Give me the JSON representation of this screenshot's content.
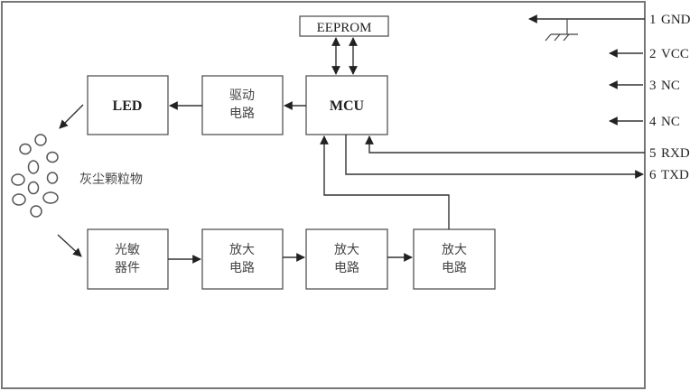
{
  "diagram": {
    "blocks": {
      "eeprom": "EEPROM",
      "mcu": "MCU",
      "led": "LED",
      "driver": [
        "驱动",
        "电路"
      ],
      "photo": [
        "光敏",
        "器件"
      ],
      "amp1": [
        "放大",
        "电路"
      ],
      "amp2": [
        "放大",
        "电路"
      ],
      "amp3": [
        "放大",
        "电路"
      ]
    },
    "particles_label": "灰尘颗粒物",
    "pins": [
      {
        "num": "1",
        "name": "GND"
      },
      {
        "num": "2",
        "name": "VCC"
      },
      {
        "num": "3",
        "name": "NC"
      },
      {
        "num": "4",
        "name": "NC"
      },
      {
        "num": "5",
        "name": "RXD"
      },
      {
        "num": "6",
        "name": "TXD"
      }
    ]
  }
}
